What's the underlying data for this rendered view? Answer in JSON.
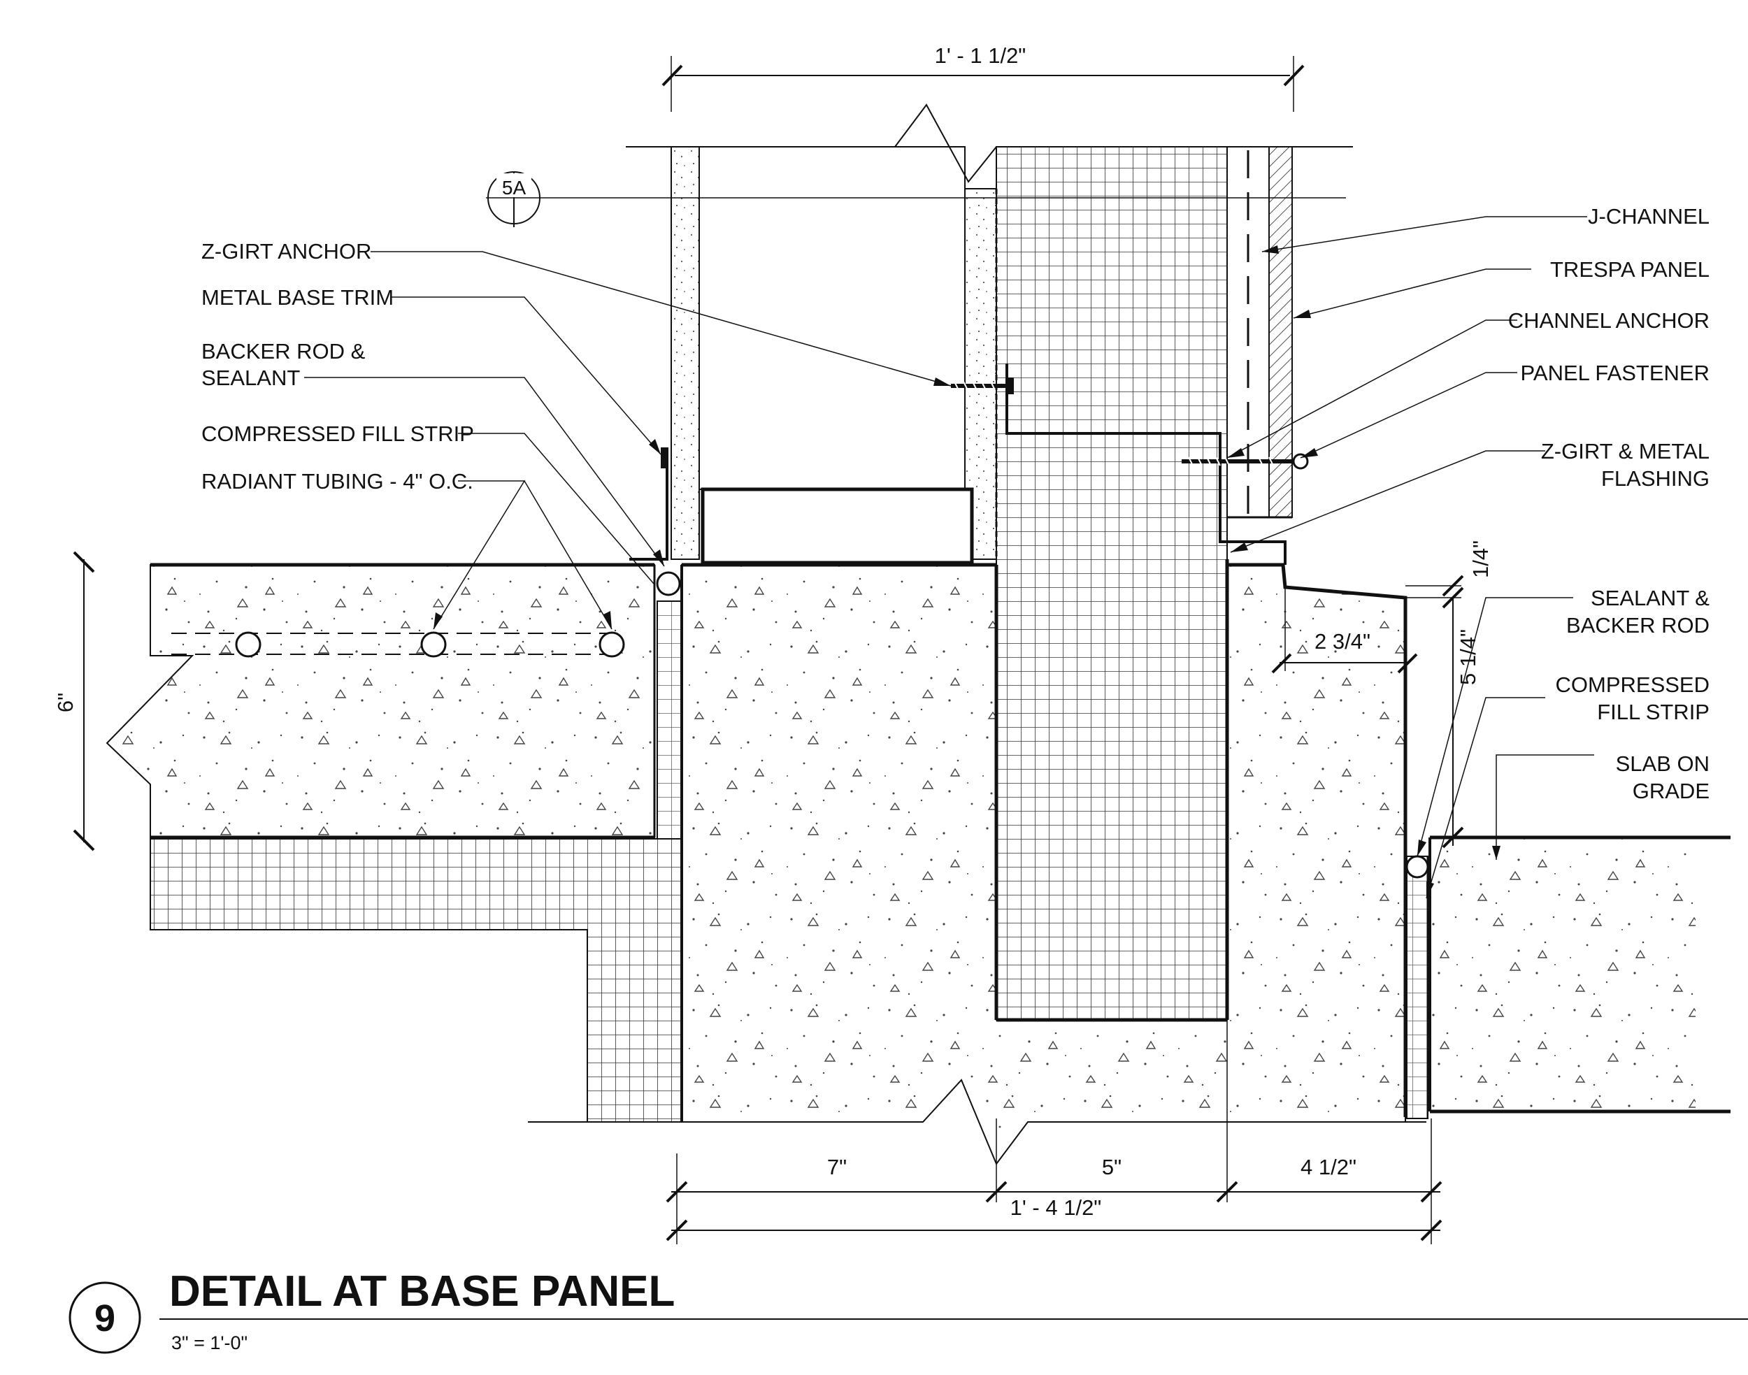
{
  "labels": {
    "z_girt_anchor": "Z-GIRT ANCHOR",
    "metal_base_trim": "METAL BASE TRIM",
    "backer_rod_sealant_1": "BACKER ROD &",
    "backer_rod_sealant_2": "SEALANT",
    "compressed_fill_strip_left": "COMPRESSED FILL STRIP",
    "radiant_tubing": "RADIANT TUBING - 4\" O.C.",
    "j_channel": "J-CHANNEL",
    "trespa_panel": "TRESPA PANEL",
    "channel_anchor": "CHANNEL ANCHOR",
    "panel_fastener": "PANEL FASTENER",
    "z_girt_flashing_1": "Z-GIRT & METAL",
    "z_girt_flashing_2": "FLASHING",
    "sealant_backer_rod_1": "SEALANT &",
    "sealant_backer_rod_2": "BACKER ROD",
    "compressed_fill_strip_right_1": "COMPRESSED",
    "compressed_fill_strip_right_2": "FILL STRIP",
    "slab_on_grade_1": "SLAB ON",
    "slab_on_grade_2": "GRADE"
  },
  "section_tag": "5A",
  "dimensions": {
    "top_width": "1' - 1 1/2\"",
    "slab_thickness": "6\"",
    "seg_left": "7\"",
    "seg_mid": "5\"",
    "seg_right": "4 1/2\"",
    "overall": "1' - 4 1/2\"",
    "ledge_width": "2 3/4\"",
    "ledge_drop": "1/4\"",
    "ledge_height": "5 1/4\""
  },
  "title_block": {
    "number": "9",
    "title": "DETAIL AT BASE PANEL",
    "scale": "3\" = 1'-0\""
  }
}
